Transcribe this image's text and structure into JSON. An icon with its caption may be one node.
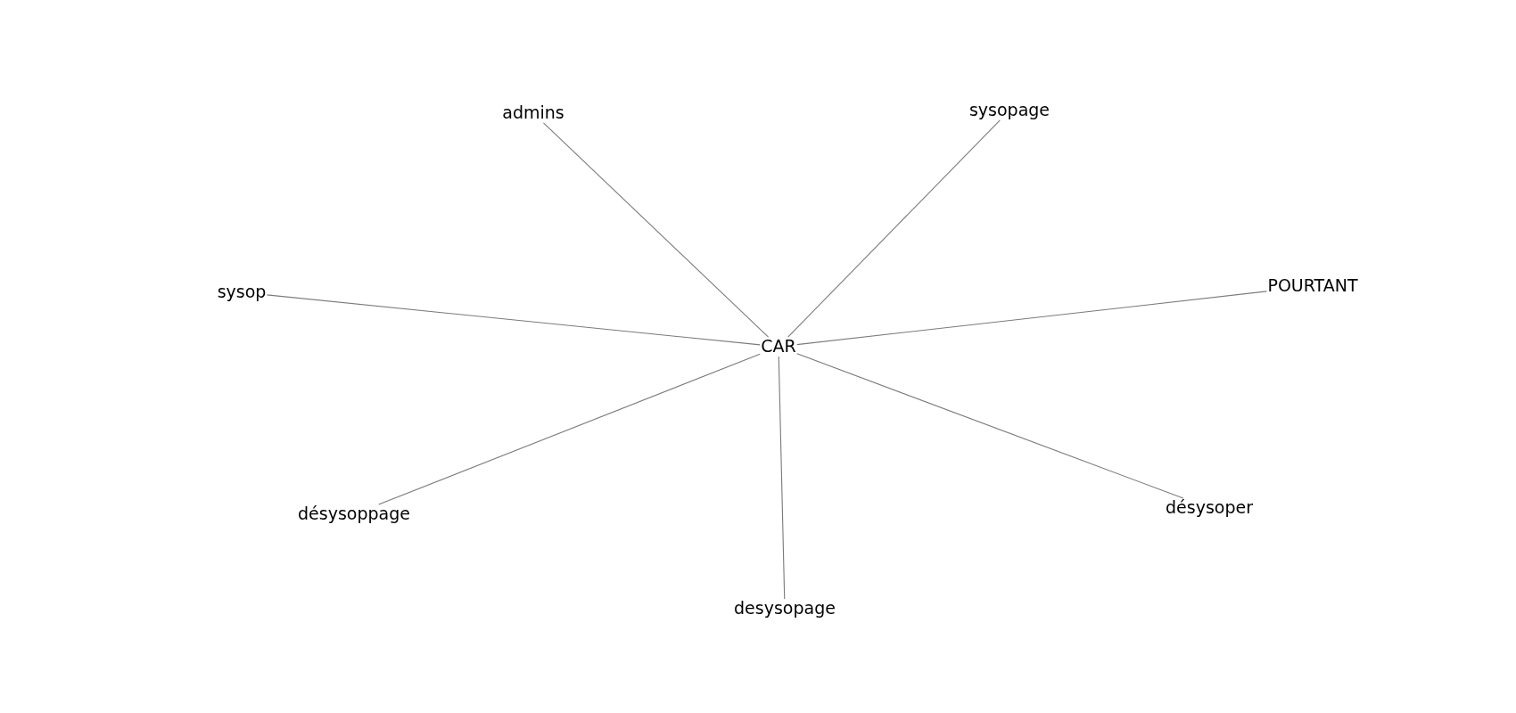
{
  "diagram": {
    "nodes": [
      {
        "text": [
          "admins"
        ]
      },
      {
        "text": [
          "sysopage"
        ]
      },
      {
        "text": [
          "sysop"
        ]
      },
      {
        "text": [
          "POURTANT"
        ]
      },
      {
        "text": [
          "CAR"
        ]
      },
      {
        "text": [
          "désysoppage"
        ]
      },
      {
        "text": [
          "désysoper"
        ]
      },
      {
        "text": [
          "desysopage"
        ]
      }
    ],
    "edges": [
      {
        "from": 4,
        "to": 0,
        "arrow": "none"
      },
      {
        "from": 4,
        "to": 1,
        "arrow": "none"
      },
      {
        "from": 4,
        "to": 2,
        "arrow": "none"
      },
      {
        "from": 4,
        "to": 3,
        "arrow": "none"
      },
      {
        "from": 4,
        "to": 5,
        "arrow": "none"
      },
      {
        "from": 4,
        "to": 6,
        "arrow": "none"
      },
      {
        "from": 4,
        "to": 7,
        "arrow": "none"
      }
    ]
  }
}
